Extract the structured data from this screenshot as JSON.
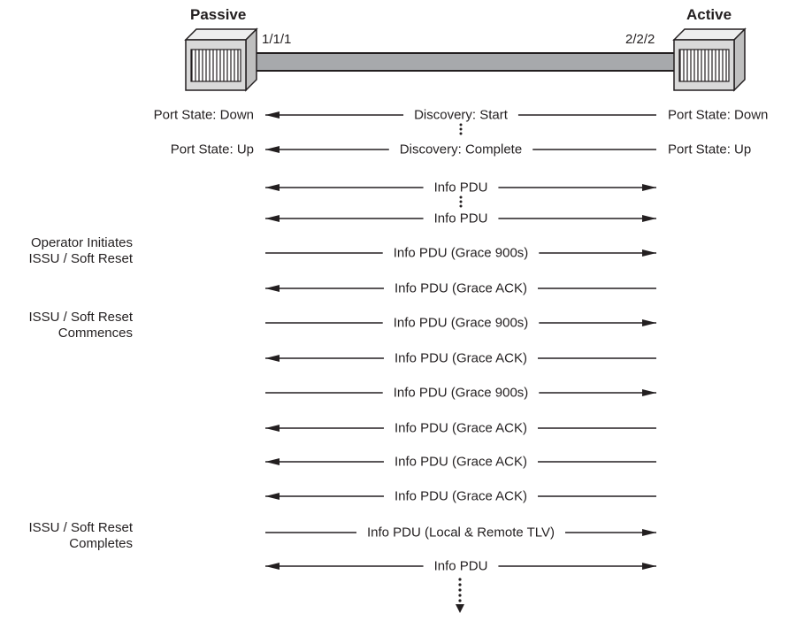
{
  "nodes": {
    "passive": {
      "title": "Passive",
      "port": "1/1/1"
    },
    "active": {
      "title": "Active",
      "port": "2/2/2"
    }
  },
  "colors": {
    "line": "#231f20",
    "link": "#a7a9ac",
    "device": "#d9d9d9"
  },
  "left_notes": [
    {
      "lines": [
        "Operator Initiates",
        "ISSU / Soft Reset"
      ]
    },
    {
      "lines": [
        "ISSU / Soft Reset",
        "Commences"
      ]
    },
    {
      "lines": [
        "ISSU / Soft Reset",
        "Completes"
      ]
    }
  ],
  "messages": [
    {
      "label": "Discovery: Start",
      "dir": "left",
      "left_state": "Port State: Down",
      "right_state": "Port State: Down",
      "dots_after": true
    },
    {
      "label": "Discovery: Complete",
      "dir": "left",
      "left_state": "Port State: Up",
      "right_state": "Port State: Up"
    },
    {
      "label": "Info PDU",
      "dir": "both",
      "dots_after": true
    },
    {
      "label": "Info PDU",
      "dir": "both"
    },
    {
      "label": "Info PDU (Grace 900s)",
      "dir": "right"
    },
    {
      "label": "Info PDU (Grace ACK)",
      "dir": "left"
    },
    {
      "label": "Info PDU (Grace 900s)",
      "dir": "right"
    },
    {
      "label": "Info PDU (Grace ACK)",
      "dir": "left"
    },
    {
      "label": "Info PDU (Grace 900s)",
      "dir": "right"
    },
    {
      "label": "Info PDU (Grace ACK)",
      "dir": "left"
    },
    {
      "label": "Info PDU (Grace ACK)",
      "dir": "left"
    },
    {
      "label": "Info PDU (Grace ACK)",
      "dir": "left"
    },
    {
      "label": "Info PDU (Local & Remote TLV)",
      "dir": "right"
    },
    {
      "label": "Info PDU",
      "dir": "both"
    }
  ]
}
